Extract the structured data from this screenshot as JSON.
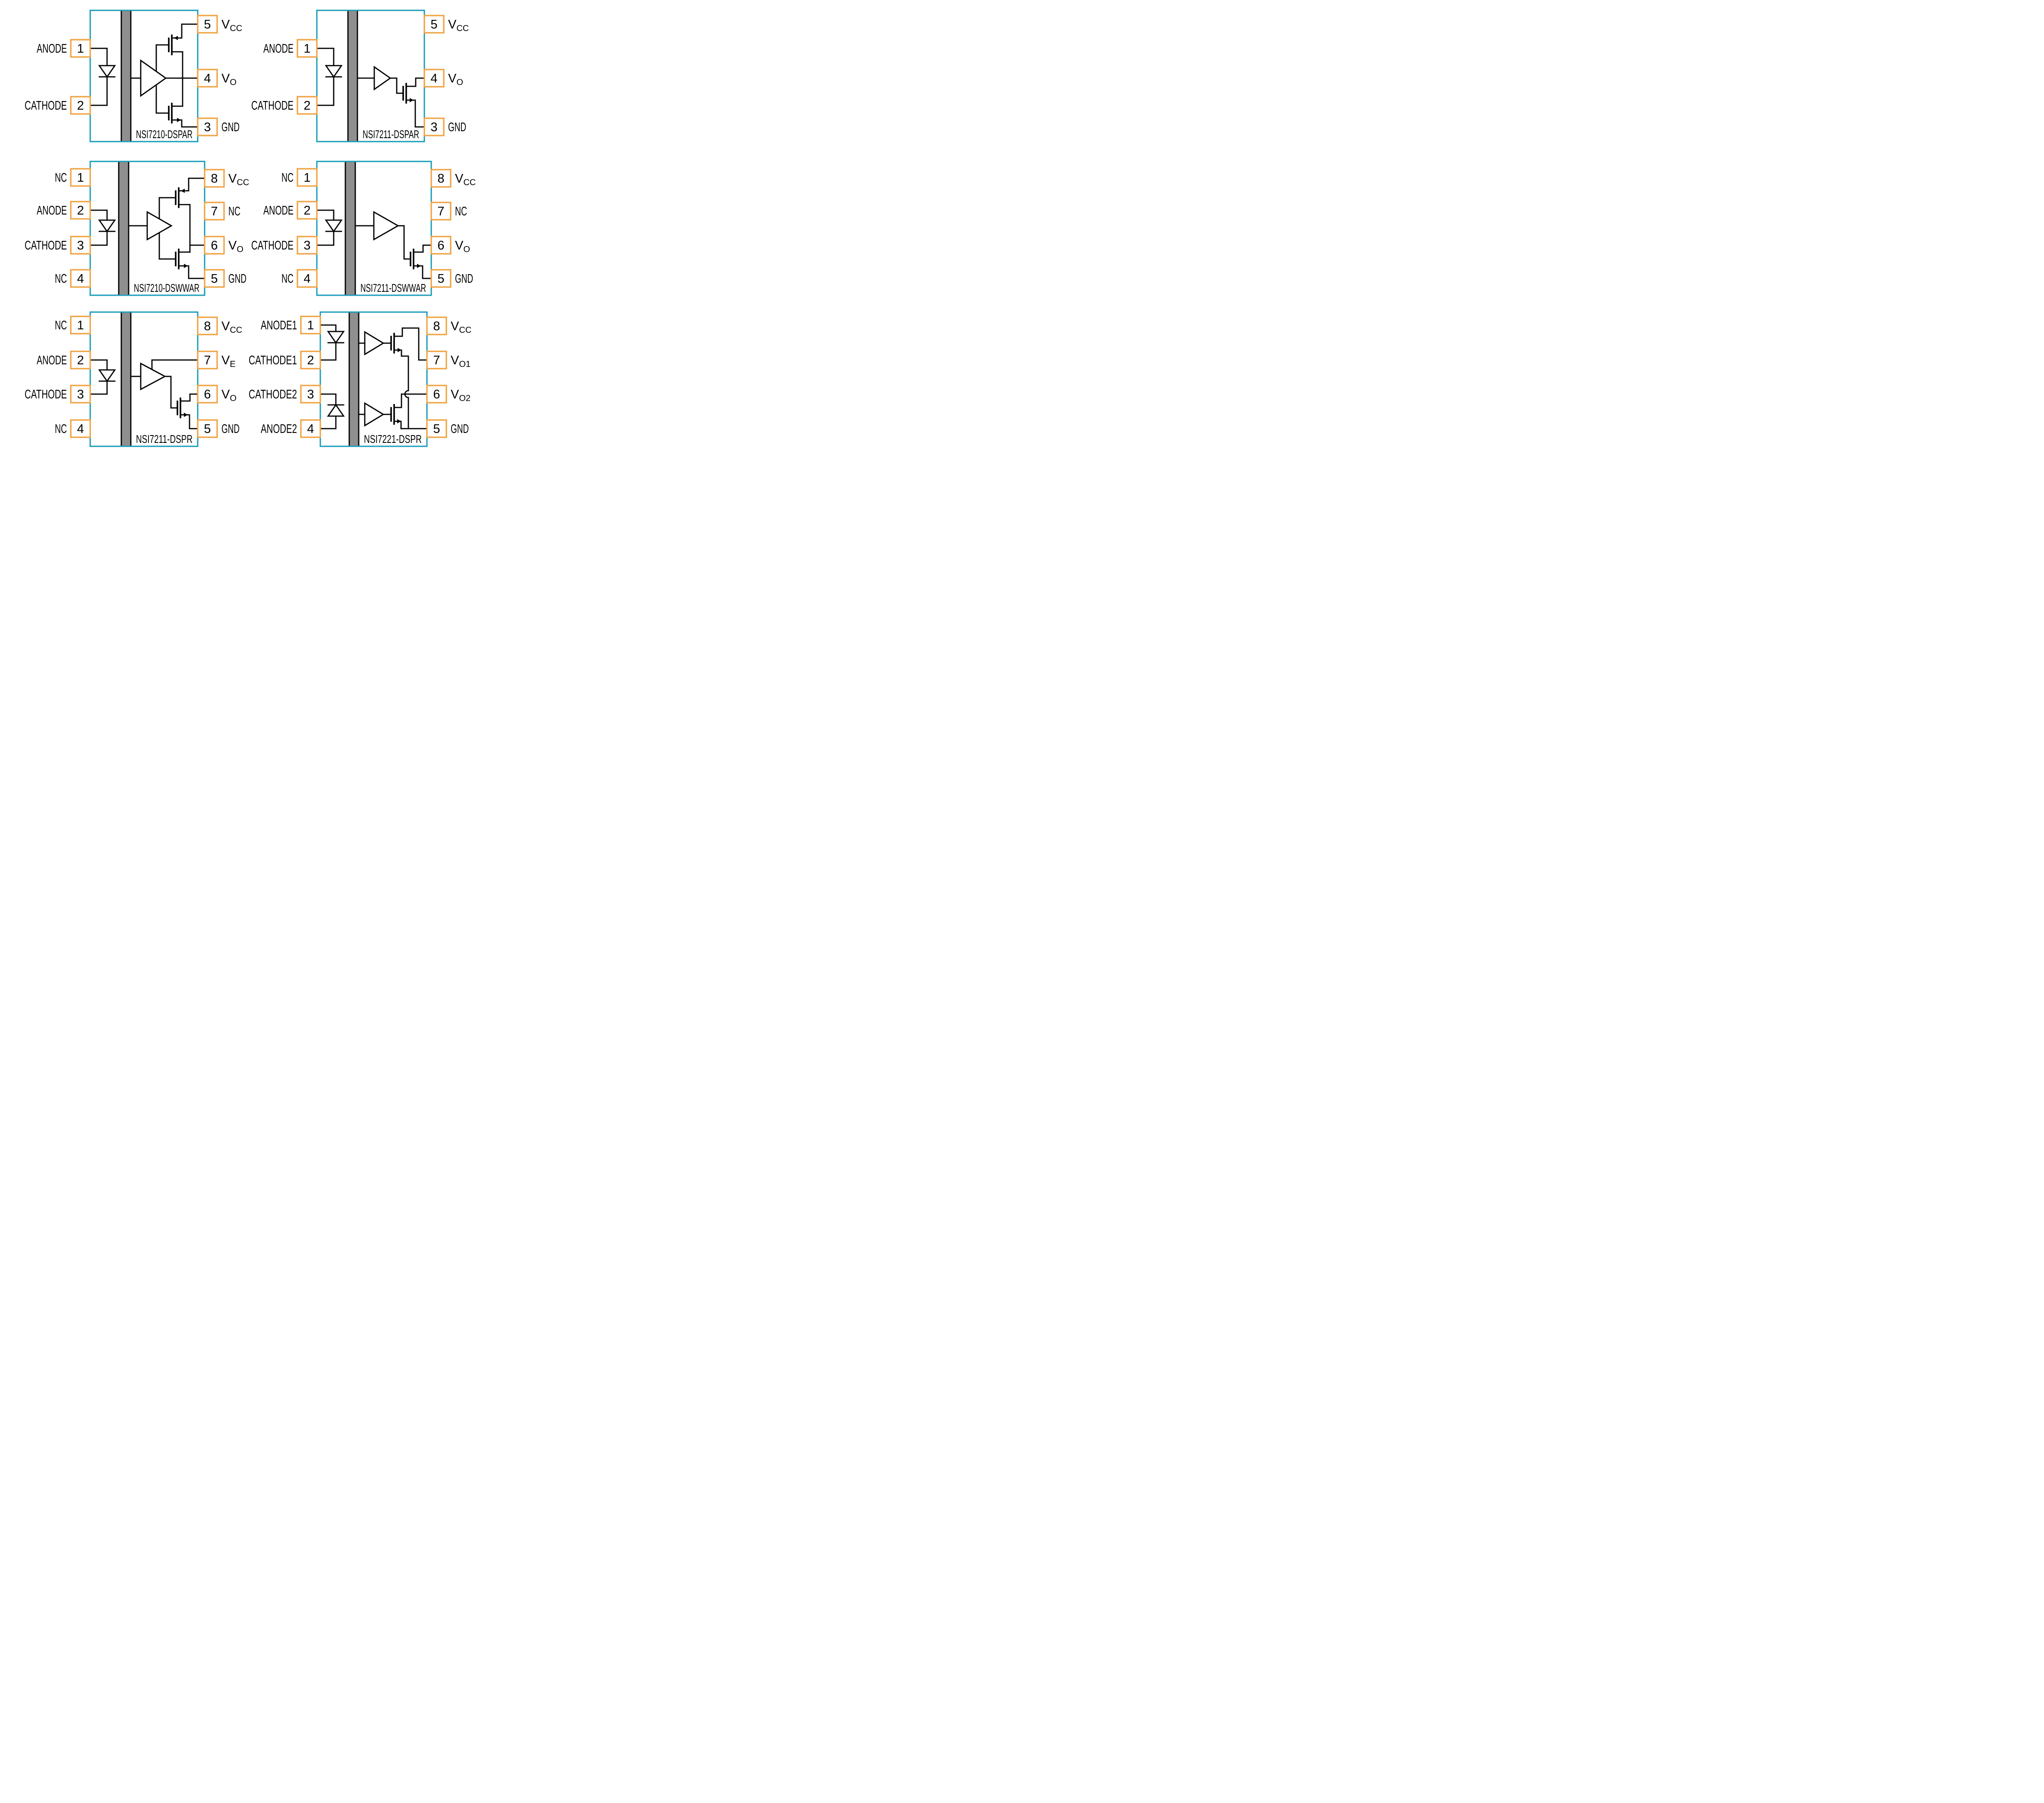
{
  "figure": {
    "description": "Digital isolator pinout and functional diagrams, 2 columns x 3 rows",
    "colors": {
      "package_border": "#189CB9",
      "pin_box_border": "#F0A240",
      "isolation_barrier_fill": "#8F8F8F",
      "wire": "#000000",
      "text": "#000000",
      "background": "#FFFFFF"
    }
  },
  "diagrams": [
    {
      "title": "NSI7210-DSPAR",
      "output_type": "push-pull",
      "left_pins": [
        {
          "num": "1",
          "label": "ANODE",
          "sub": ""
        },
        {
          "num": "2",
          "label": "CATHODE",
          "sub": ""
        }
      ],
      "right_pins": [
        {
          "num": "5",
          "label": "V",
          "sub": "CC"
        },
        {
          "num": "4",
          "label": "V",
          "sub": "O"
        },
        {
          "num": "3",
          "label": "GND",
          "sub": ""
        }
      ]
    },
    {
      "title": "NSI7211-DSPAR",
      "output_type": "open-drain",
      "left_pins": [
        {
          "num": "1",
          "label": "ANODE",
          "sub": ""
        },
        {
          "num": "2",
          "label": "CATHODE",
          "sub": ""
        }
      ],
      "right_pins": [
        {
          "num": "5",
          "label": "V",
          "sub": "CC"
        },
        {
          "num": "4",
          "label": "V",
          "sub": "O"
        },
        {
          "num": "3",
          "label": "GND",
          "sub": ""
        }
      ]
    },
    {
      "title": "NSI7210-DSWWAR",
      "output_type": "push-pull",
      "left_pins": [
        {
          "num": "1",
          "label": "NC",
          "sub": ""
        },
        {
          "num": "2",
          "label": "ANODE",
          "sub": ""
        },
        {
          "num": "3",
          "label": "CATHODE",
          "sub": ""
        },
        {
          "num": "4",
          "label": "NC",
          "sub": ""
        }
      ],
      "right_pins": [
        {
          "num": "8",
          "label": "V",
          "sub": "CC"
        },
        {
          "num": "7",
          "label": "NC",
          "sub": ""
        },
        {
          "num": "6",
          "label": "V",
          "sub": "O"
        },
        {
          "num": "5",
          "label": "GND",
          "sub": ""
        }
      ]
    },
    {
      "title": "NSI7211-DSWWAR",
      "output_type": "open-drain",
      "left_pins": [
        {
          "num": "1",
          "label": "NC",
          "sub": ""
        },
        {
          "num": "2",
          "label": "ANODE",
          "sub": ""
        },
        {
          "num": "3",
          "label": "CATHODE",
          "sub": ""
        },
        {
          "num": "4",
          "label": "NC",
          "sub": ""
        }
      ],
      "right_pins": [
        {
          "num": "8",
          "label": "V",
          "sub": "CC"
        },
        {
          "num": "7",
          "label": "NC",
          "sub": ""
        },
        {
          "num": "6",
          "label": "V",
          "sub": "O"
        },
        {
          "num": "5",
          "label": "GND",
          "sub": ""
        }
      ]
    },
    {
      "title": "NSI7211-DSPR",
      "output_type": "open-drain with VE",
      "left_pins": [
        {
          "num": "1",
          "label": "NC",
          "sub": ""
        },
        {
          "num": "2",
          "label": "ANODE",
          "sub": ""
        },
        {
          "num": "3",
          "label": "CATHODE",
          "sub": ""
        },
        {
          "num": "4",
          "label": "NC",
          "sub": ""
        }
      ],
      "right_pins": [
        {
          "num": "8",
          "label": "V",
          "sub": "CC"
        },
        {
          "num": "7",
          "label": "V",
          "sub": "E"
        },
        {
          "num": "6",
          "label": "V",
          "sub": "O"
        },
        {
          "num": "5",
          "label": "GND",
          "sub": ""
        }
      ]
    },
    {
      "title": "NSI7221-DSPR",
      "output_type": "dual-channel open-drain",
      "left_pins": [
        {
          "num": "1",
          "label": "ANODE1",
          "sub": ""
        },
        {
          "num": "2",
          "label": "CATHODE1",
          "sub": ""
        },
        {
          "num": "3",
          "label": "CATHODE2",
          "sub": ""
        },
        {
          "num": "4",
          "label": "ANODE2",
          "sub": ""
        }
      ],
      "right_pins": [
        {
          "num": "8",
          "label": "V",
          "sub": "CC"
        },
        {
          "num": "7",
          "label": "V",
          "sub": "O1"
        },
        {
          "num": "6",
          "label": "V",
          "sub": "O2"
        },
        {
          "num": "5",
          "label": "GND",
          "sub": ""
        }
      ]
    }
  ]
}
